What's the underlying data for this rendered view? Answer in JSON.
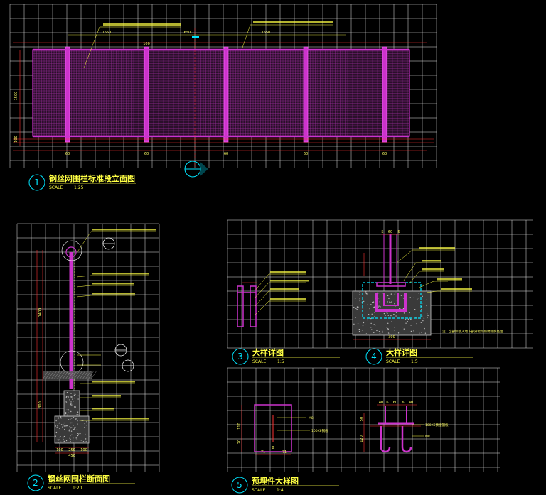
{
  "colors": {
    "background": "#000000",
    "grid": "#ffffff",
    "fence": "#cc33cc",
    "dimension": "#ff3333",
    "annotation": "#ffff44",
    "symbol": "#00e5ff",
    "concrete": "#999999"
  },
  "views": [
    {
      "number": "1",
      "title": "钢丝网围栏标准段立面图",
      "scale_label": "SCALE",
      "scale_value": "1:25"
    },
    {
      "number": "2",
      "title": "钢丝网围栏断面图",
      "scale_label": "SCALE",
      "scale_value": "1:20"
    },
    {
      "number": "3",
      "title": "大样详图",
      "scale_label": "SCALE",
      "scale_value": "1:5"
    },
    {
      "number": "4",
      "title": "大样详图",
      "scale_label": "SCALE",
      "scale_value": "1:5"
    },
    {
      "number": "5",
      "title": "预埋件大样图",
      "scale_label": "SCALE",
      "scale_value": "1:4"
    }
  ],
  "elevation": {
    "top_dims": [
      "1650",
      "1650",
      "1650"
    ],
    "post_width_label": "100",
    "bottom_dims": [
      "60",
      "60",
      "60",
      "60",
      "60"
    ],
    "height_dims": [
      "1500",
      "100"
    ]
  },
  "section": {
    "height_dims": [
      "1400",
      "300"
    ],
    "base_dims": [
      "100",
      "250",
      "100"
    ],
    "base_total": "450"
  },
  "detail4": {
    "top_dims": [
      "5",
      "60",
      "5"
    ],
    "bottom_dim": "300",
    "note": "注：全部焊接入地下部分需作防锈防腐处理"
  },
  "detail5": {
    "left_dims": [
      "110",
      "20"
    ],
    "bottom_dims": [
      "71",
      "8",
      "71"
    ],
    "right_top_dims": [
      "40",
      "6",
      "60",
      "6",
      "40"
    ],
    "right_side_dims": [
      "50",
      "120"
    ],
    "labels": [
      "M8",
      "100X8钢板",
      "100X6预埋钢板",
      "M8"
    ]
  }
}
